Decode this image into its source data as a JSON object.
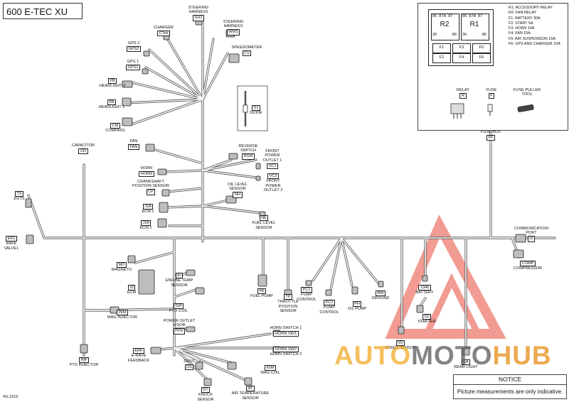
{
  "title": "600 E-TEC XU",
  "doc_id": "41L1516",
  "notice": {
    "heading": "NOTICE",
    "text": "Picture measurements are only indicative."
  },
  "watermark": {
    "part1": "AUTO",
    "part2": "MOTO",
    "part3": "HUB"
  },
  "fuse_box": {
    "legend": [
      "R1: ACCESSORY RELAY",
      "R2: FAN RELAY",
      "F1: BATTERY 30A",
      "F2: START 5A",
      "F3: HORN 10A",
      "F4: FAN 15A",
      "F5: AIR SUSPENSION 15A",
      "F6: GPS AND CHARGER 10A"
    ],
    "relays": [
      {
        "name": "R2",
        "pins_top": [
          "85",
          "87A",
          "87"
        ],
        "pins_bottom": [
          "30",
          "86"
        ]
      },
      {
        "name": "R1",
        "pins_top": [
          "85",
          "87A",
          "87"
        ],
        "pins_bottom": [
          "30",
          "86"
        ]
      }
    ],
    "fuses": [
      "F1",
      "F3",
      "F5",
      "F2",
      "F4",
      "F6"
    ],
    "relay_label": "RELAY",
    "relay_code": "R",
    "fuse_label": "FUSE",
    "fuse_code": "F",
    "puller_label": [
      "FUSE PULLER",
      "TOOL"
    ],
    "box_label": "FUSE BOX",
    "box_code": "PF"
  },
  "connectors": [
    {
      "id": "sh1",
      "lines_above": [
        "STEERING",
        "HARNESS"
      ],
      "code": "SH1"
    },
    {
      "id": "ctek",
      "lines_above": [
        "CHARGER"
      ],
      "code": "CTek"
    },
    {
      "id": "wms",
      "lines_above": [
        "STEERING",
        "HARNESS"
      ],
      "code": "WMS"
    },
    {
      "id": "gps2",
      "lines_above": [
        "GPS 2"
      ],
      "code": "GPS2"
    },
    {
      "id": "cv",
      "lines_above": [
        "SPEEDOMETER"
      ],
      "code": "CV"
    },
    {
      "id": "gps1",
      "lines_above": [
        "GPS 1"
      ],
      "code": "GPS1"
    },
    {
      "id": "pb",
      "code": "PB",
      "lines_below": [
        "HEADLIGHT 2"
      ]
    },
    {
      "id": "pa",
      "code": "PA",
      "lines_below": [
        "HEADLIGHT 1"
      ]
    },
    {
      "id": "cm",
      "code": "CM",
      "lines_below": [
        "COMPASS"
      ]
    },
    {
      "id": "d1",
      "code": "D1",
      "lines_below": [
        "DIODE"
      ]
    },
    {
      "id": "cd",
      "lines_above": [
        "CAPACITOR"
      ],
      "code": "CD"
    },
    {
      "id": "fan",
      "lines_above": [
        "FAN"
      ],
      "code": "FAN"
    },
    {
      "id": "rsw",
      "lines_above": [
        "REVERSE",
        "SWITCH"
      ],
      "code": "RSW"
    },
    {
      "id": "vc1",
      "lines_above": [
        "FRONT",
        "POWER",
        "OUTLET 1"
      ],
      "code": "VC1"
    },
    {
      "id": "horn",
      "lines_above": [
        "HORN"
      ],
      "code": "HORN"
    },
    {
      "id": "vc2",
      "code": "VC2",
      "lines_below": [
        "FRONT",
        "POWER",
        "OUTLET 2"
      ]
    },
    {
      "id": "cp",
      "lines_above": [
        "CRANKSHAFT",
        "POSITION SENSOR"
      ],
      "code": "CP"
    },
    {
      "id": "nh",
      "lines_above": [
        "OIL LEVEL",
        "SENSOR"
      ],
      "code": "NH"
    },
    {
      "id": "ts",
      "code": "TS",
      "lines_below": [
        "EGTS"
      ]
    },
    {
      "id": "j1a",
      "code": "J1A",
      "lines_below": [
        "ECM 1"
      ]
    },
    {
      "id": "ne",
      "code": "NE",
      "lines_below": [
        "FUEL LEVEL",
        "SENSOR"
      ]
    },
    {
      "id": "j1b",
      "code": "J1B",
      "lines_below": [
        "ECM 2"
      ]
    },
    {
      "id": "er1",
      "code": "ER1",
      "lines_below": [
        "RAVE",
        "VALVE1"
      ]
    },
    {
      "id": "di",
      "lines_above": [
        "COMMUNICATION",
        "PORT"
      ],
      "code": "DI"
    },
    {
      "id": "mo",
      "code": "MO",
      "lines_below": [
        "MAGNETO"
      ]
    },
    {
      "id": "comp",
      "code": "COMP",
      "lines_below": [
        "COMPRESSOR"
      ]
    },
    {
      "id": "ei",
      "code": "EI",
      "lines_below": [
        "ENGINE TEMP",
        "SENSOR"
      ]
    },
    {
      "id": "j2",
      "code": "J2",
      "lines_below": [
        "ECM"
      ]
    },
    {
      "id": "pe",
      "code": "PE",
      "lines_below": [
        "FUEL PUMP"
      ]
    },
    {
      "id": "pc1",
      "code": "PC1",
      "lines_below": [
        "PUMP",
        "CONTROL"
      ]
    },
    {
      "id": "bm",
      "code": "BM",
      "lines_below": [
        "GROUND"
      ]
    },
    {
      "id": "b1346",
      "code": "1346",
      "lines_below": [
        "BATTERY"
      ]
    },
    {
      "id": "igp",
      "code": "IGP",
      "lines_below": [
        "PTO COIL"
      ]
    },
    {
      "id": "tp",
      "code": "TP",
      "lines_below": [
        "THROTTLE",
        "POSITION",
        "SENSOR"
      ]
    },
    {
      "id": "pc2",
      "code": "PC2",
      "lines_below": [
        "PUMP",
        "CONTROL"
      ]
    },
    {
      "id": "ph",
      "code": "PH",
      "lines_below": [
        "OIL PUMP"
      ]
    },
    {
      "id": "inm",
      "code": "INM",
      "lines_below": [
        "MAG INJECTOR"
      ]
    },
    {
      "id": "sd",
      "code": "SD",
      "lines_below": [
        "STARTER"
      ]
    },
    {
      "id": "pov",
      "lines_above": [
        "POWER OUTLET",
        "VISOR"
      ],
      "code": "POV"
    },
    {
      "id": "hornsw1",
      "lines_above": [
        "HORN SWITCH 1"
      ],
      "code": "HORN SW1"
    },
    {
      "id": "nv",
      "code": "NV",
      "lines_below": [
        "SPEED SENSOR"
      ]
    },
    {
      "id": "erf",
      "code": "ERF",
      "lines_below": [
        "E-RAVE",
        "FEEDBACK"
      ]
    },
    {
      "id": "hornsw2",
      "code": "HORN SW2",
      "lines_below": [
        "HORN SWITCH 2"
      ]
    },
    {
      "id": "sa",
      "code": "SA",
      "lines_below": [
        "REAR LIGHT"
      ]
    },
    {
      "id": "inp",
      "code": "INP",
      "lines_below": [
        "PTO INJECTOR"
      ]
    },
    {
      "id": "ds",
      "lines_above": [
        "DESS"
      ],
      "code": "DS"
    },
    {
      "id": "igm",
      "code": "IGM",
      "lines_below": [
        "MAG COIL"
      ]
    },
    {
      "id": "dt",
      "code": "DT",
      "lines_below": [
        "KNOCK",
        "SENSOR"
      ]
    },
    {
      "id": "at",
      "code": "AT",
      "lines_below": [
        "AIR TEMPERATURE",
        "SENSOR"
      ]
    }
  ]
}
